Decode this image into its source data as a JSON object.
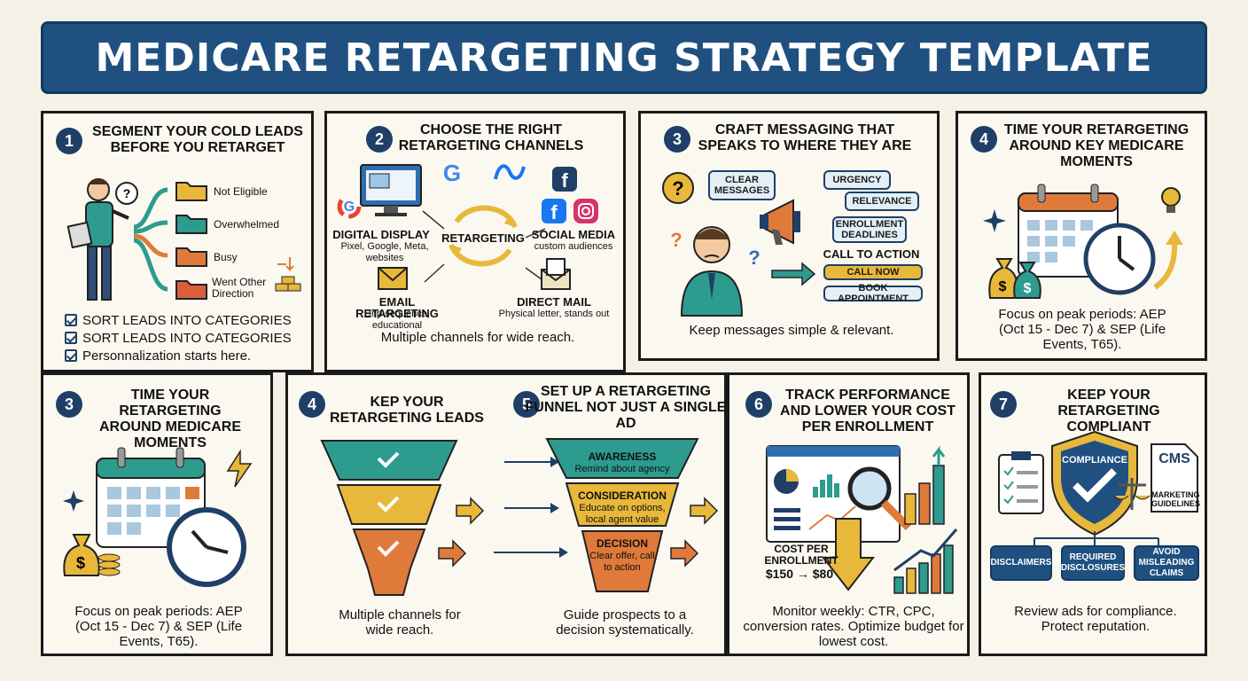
{
  "title": "MEDICARE RETARGETING STRATEGY TEMPLATE",
  "p1": {
    "num": "1",
    "heading": "SEGMENT YOUR COLD LEADS BEFORE YOU RETARGET",
    "folders": [
      "Not Eligible",
      "Overwhelmed",
      "Busy",
      "Went Other Direction"
    ],
    "checks": [
      "SORT LEADS INTO CATEGORIES",
      "SORT LEADS INTO CATEGORIES",
      "Personnalization starts here."
    ]
  },
  "p2": {
    "num": "2",
    "heading": "CHOOSE THE RIGHT RETARGETING CHANNELS",
    "center": "RETARGETING",
    "digital": "DIGITAL DISPLAY",
    "digital_sub": "Pixel, Google, Meta, websites",
    "social": "SOCIAL MEDIA",
    "social_sub": "custom audiences",
    "email": "EMAIL RETARGETING",
    "email_sub": "Drip sequence, educational",
    "mail": "DIRECT MAIL",
    "mail_sub": "Physical letter, stands out",
    "caption": "Multiple channels for wide reach."
  },
  "p3": {
    "num": "3",
    "heading": "CRAFT MESSAGING THAT SPEAKS TO WHERE THEY ARE",
    "bubble": "CLEAR MESSAGES",
    "tags": [
      "URGENCY",
      "RELEVANCE",
      "ENROLLMENT DEADLINES"
    ],
    "cta": "CALL TO ACTION",
    "buttons": [
      "CALL NOW",
      "BOOK APPOINTMENT"
    ],
    "caption": "Keep messages simple & relevant."
  },
  "p4": {
    "num": "4",
    "heading": "TIME YOUR RETARGETING AROUND KEY MEDICARE MOMENTS",
    "caption": "Focus on peak periods: AEP (Oct 15 - Dec 7) & SEP (Life Events, T65)."
  },
  "p5": {
    "num": "3",
    "heading": "TIME YOUR RETARGETING AROUND MEDICARE MOMENTS",
    "caption": "Focus on peak periods: AEP (Oct 15 - Dec 7) & SEP (Life Events, T65)."
  },
  "p6": {
    "num1": "4",
    "heading1": "KEP YOUR RETARGETING LEADS",
    "num2": "5",
    "heading2": "SET UP A RETARGETING FUNNEL NOT JUST A SINGLE AD",
    "stages": [
      {
        "name": "AWARENESS",
        "sub": "Remind about agency"
      },
      {
        "name": "CONSIDERATION",
        "sub": "Educate on options, local agent value"
      },
      {
        "name": "DECISION",
        "sub": "Clear offer, call to action"
      }
    ],
    "caption1": "Multiple channels for wide reach.",
    "caption2": "Guide prospects to a decision systematically."
  },
  "p7": {
    "num": "6",
    "heading": "TRACK PERFORMANCE AND LOWER YOUR COST PER ENROLLMENT",
    "cost_label": "COST PER ENROLLMENT",
    "cost_value": "$150 → $80",
    "caption": "Monitor weekly: CTR, CPC, conversion rates. Optimize budget for lowest cost."
  },
  "p8": {
    "num": "7",
    "heading": "KEEP YOUR RETARGETING COMPLIANT",
    "shield": "COMPLIANCE",
    "cms": "CMS",
    "guidelines": "MARKETING GUIDELINES",
    "boxes": [
      "DISCLAIMERS",
      "REQUIRED DISCLOSURES",
      "AVOID MISLEADING CLAIMS"
    ],
    "caption": "Review ads for compliance. Protect reputation."
  },
  "colors": {
    "navy": "#1f5080",
    "teal": "#2e9b8f",
    "yellow": "#e8b83a",
    "orange": "#e07a3a",
    "blue": "#2f6db3"
  }
}
